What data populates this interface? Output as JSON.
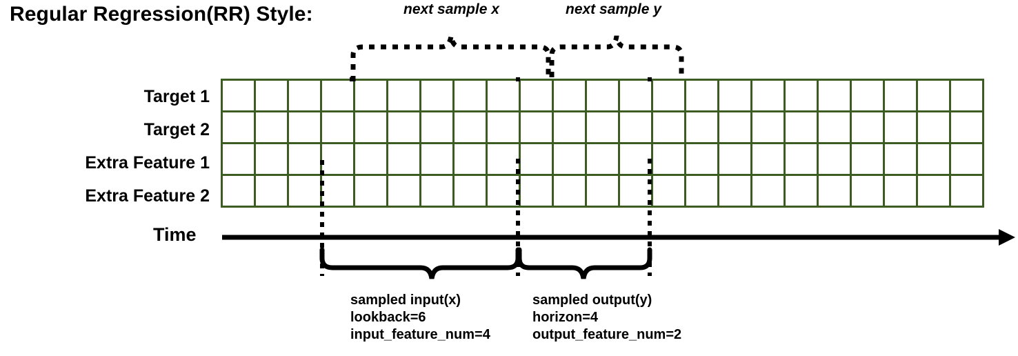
{
  "title": "Regular Regression(RR) Style:",
  "row_labels": [
    "Target 1",
    "Target 2",
    "Extra Feature 1",
    "Extra Feature 2"
  ],
  "top_annotations": {
    "left": "next sample x",
    "right": "next sample y"
  },
  "axis": {
    "label": "Time"
  },
  "bottom_annotations": {
    "input": {
      "line1": "sampled input(x)",
      "line2": "lookback=6",
      "line3": "input_feature_num=4"
    },
    "output": {
      "line1": "sampled output(y)",
      "line2": "horizon=4",
      "line3": "output_feature_num=2"
    }
  },
  "colors": {
    "border": "#3c5c22",
    "green": "#70ad47",
    "gold": "#ffc000",
    "blue": "#2e75b6",
    "orange": "#c55a11",
    "light_green": "#c5e0b4",
    "light_gold": "#ffe699",
    "white": "#ffffff"
  },
  "grid": {
    "columns": 23,
    "rows": 4,
    "input_start_col": 4,
    "input_end_col": 9,
    "output_start_col": 10,
    "output_end_col": 13,
    "cells": [
      [
        "white",
        "white",
        "white",
        "green",
        "green",
        "green",
        "green",
        "green",
        "green",
        "light_green",
        "light_green",
        "light_green",
        "light_green",
        "white",
        "white",
        "white",
        "white",
        "white",
        "white",
        "white",
        "white",
        "white",
        "white"
      ],
      [
        "white",
        "white",
        "white",
        "gold",
        "gold",
        "gold",
        "gold",
        "gold",
        "gold",
        "light_gold",
        "light_gold",
        "light_gold",
        "light_gold",
        "white",
        "white",
        "white",
        "white",
        "white",
        "white",
        "white",
        "white",
        "white",
        "white"
      ],
      [
        "white",
        "white",
        "white",
        "blue",
        "blue",
        "blue",
        "blue",
        "blue",
        "blue",
        "white",
        "white",
        "white",
        "white",
        "white",
        "white",
        "white",
        "white",
        "white",
        "white",
        "white",
        "white",
        "white",
        "white"
      ],
      [
        "white",
        "white",
        "white",
        "orange",
        "orange",
        "orange",
        "orange",
        "orange",
        "orange",
        "white",
        "white",
        "white",
        "white",
        "white",
        "white",
        "white",
        "white",
        "white",
        "white",
        "white",
        "white",
        "white",
        "white"
      ]
    ]
  }
}
